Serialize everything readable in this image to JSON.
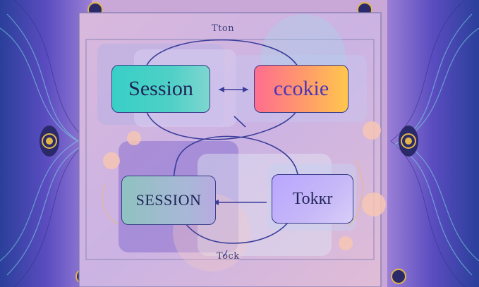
{
  "diagram": {
    "top_label": "Tton",
    "bottom_label": "Tock",
    "nodes": {
      "session_top": "Session",
      "cookie": "ccokie",
      "session_bottom": "SESSION",
      "token": "Tokкr"
    }
  },
  "colors": {
    "ink": "#3b3f8a",
    "teal": "#38cfc7",
    "coral": "#ff6d8f",
    "amber": "#ffc64c",
    "lavender": "#b9a6ff",
    "background": "#c9a7d6"
  }
}
